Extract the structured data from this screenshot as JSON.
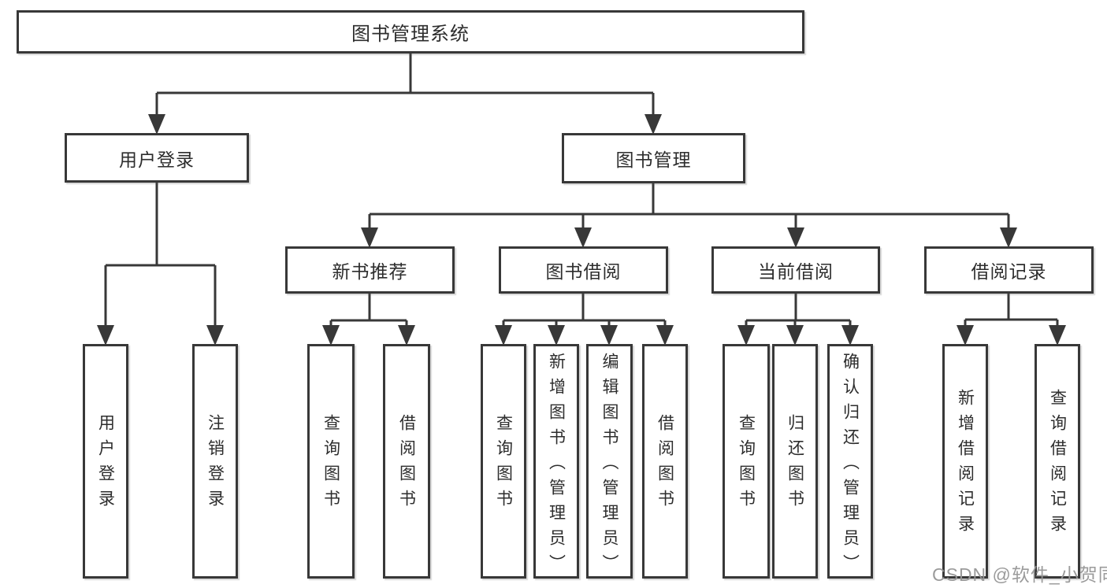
{
  "diagram": {
    "title_hint": "library-management-system-structure",
    "root": {
      "label": "图书管理系统"
    },
    "level2": [
      {
        "id": "user-login",
        "label": "用户登录"
      },
      {
        "id": "book-management",
        "label": "图书管理"
      }
    ],
    "level3": [
      {
        "id": "new-book-recommendation",
        "label": "新书推荐",
        "parent": "图书管理"
      },
      {
        "id": "book-borrowing",
        "label": "图书借阅",
        "parent": "图书管理"
      },
      {
        "id": "current-borrowing",
        "label": "当前借阅",
        "parent": "图书管理"
      },
      {
        "id": "borrowing-records",
        "label": "借阅记录",
        "parent": "图书管理"
      }
    ],
    "leaves": [
      {
        "parent": "用户登录",
        "label": "用户登录"
      },
      {
        "parent": "用户登录",
        "label": "注销登录"
      },
      {
        "parent": "新书推荐",
        "label": "查询图书"
      },
      {
        "parent": "新书推荐",
        "label": "借阅图书"
      },
      {
        "parent": "图书借阅",
        "label": "查询图书"
      },
      {
        "parent": "图书借阅",
        "label": "新增图书（管理员）"
      },
      {
        "parent": "图书借阅",
        "label": "编辑图书（管理员）"
      },
      {
        "parent": "图书借阅",
        "label": "借阅图书"
      },
      {
        "parent": "当前借阅",
        "label": "查询图书"
      },
      {
        "parent": "当前借阅",
        "label": "归还图书"
      },
      {
        "parent": "当前借阅",
        "label": "确认归还（管理员）"
      },
      {
        "parent": "借阅记录",
        "label": "新增借阅记录"
      },
      {
        "parent": "借阅记录",
        "label": "查询借阅记录"
      }
    ]
  },
  "watermark": {
    "label": "CSDN @软件_小贺同学"
  },
  "colors": {
    "line": "#383838",
    "border": "#383838",
    "text": "#2d2d2d",
    "watermark": "#969696",
    "background": "#ffffff"
  }
}
